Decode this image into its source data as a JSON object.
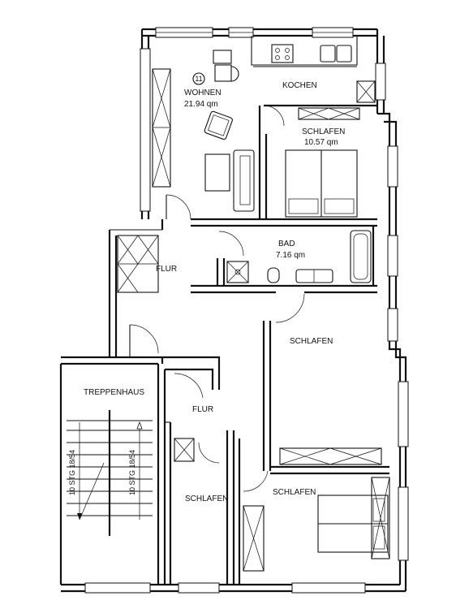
{
  "apartment_number": "11",
  "rooms": [
    {
      "id": "wohnen",
      "name": "WOHNEN",
      "area": "21.94 qm"
    },
    {
      "id": "kochen",
      "name": "KOCHEN"
    },
    {
      "id": "schlafen1",
      "name": "SCHLAFEN",
      "area": "10.57 qm"
    },
    {
      "id": "bad",
      "name": "BAD",
      "area": "7.16 qm"
    },
    {
      "id": "flur1",
      "name": "FLUR"
    },
    {
      "id": "schlafen2",
      "name": "SCHLAFEN"
    },
    {
      "id": "treppenhaus",
      "name": "TREPPENHAUS"
    },
    {
      "id": "flur2",
      "name": "FLUR"
    },
    {
      "id": "schlafen3",
      "name": "SCHLAFEN"
    },
    {
      "id": "schlafen4",
      "name": "SCHLAFEN"
    }
  ],
  "stairs": {
    "left_label": "10 STG 18/54",
    "right_label": "10 STG 18/54"
  }
}
